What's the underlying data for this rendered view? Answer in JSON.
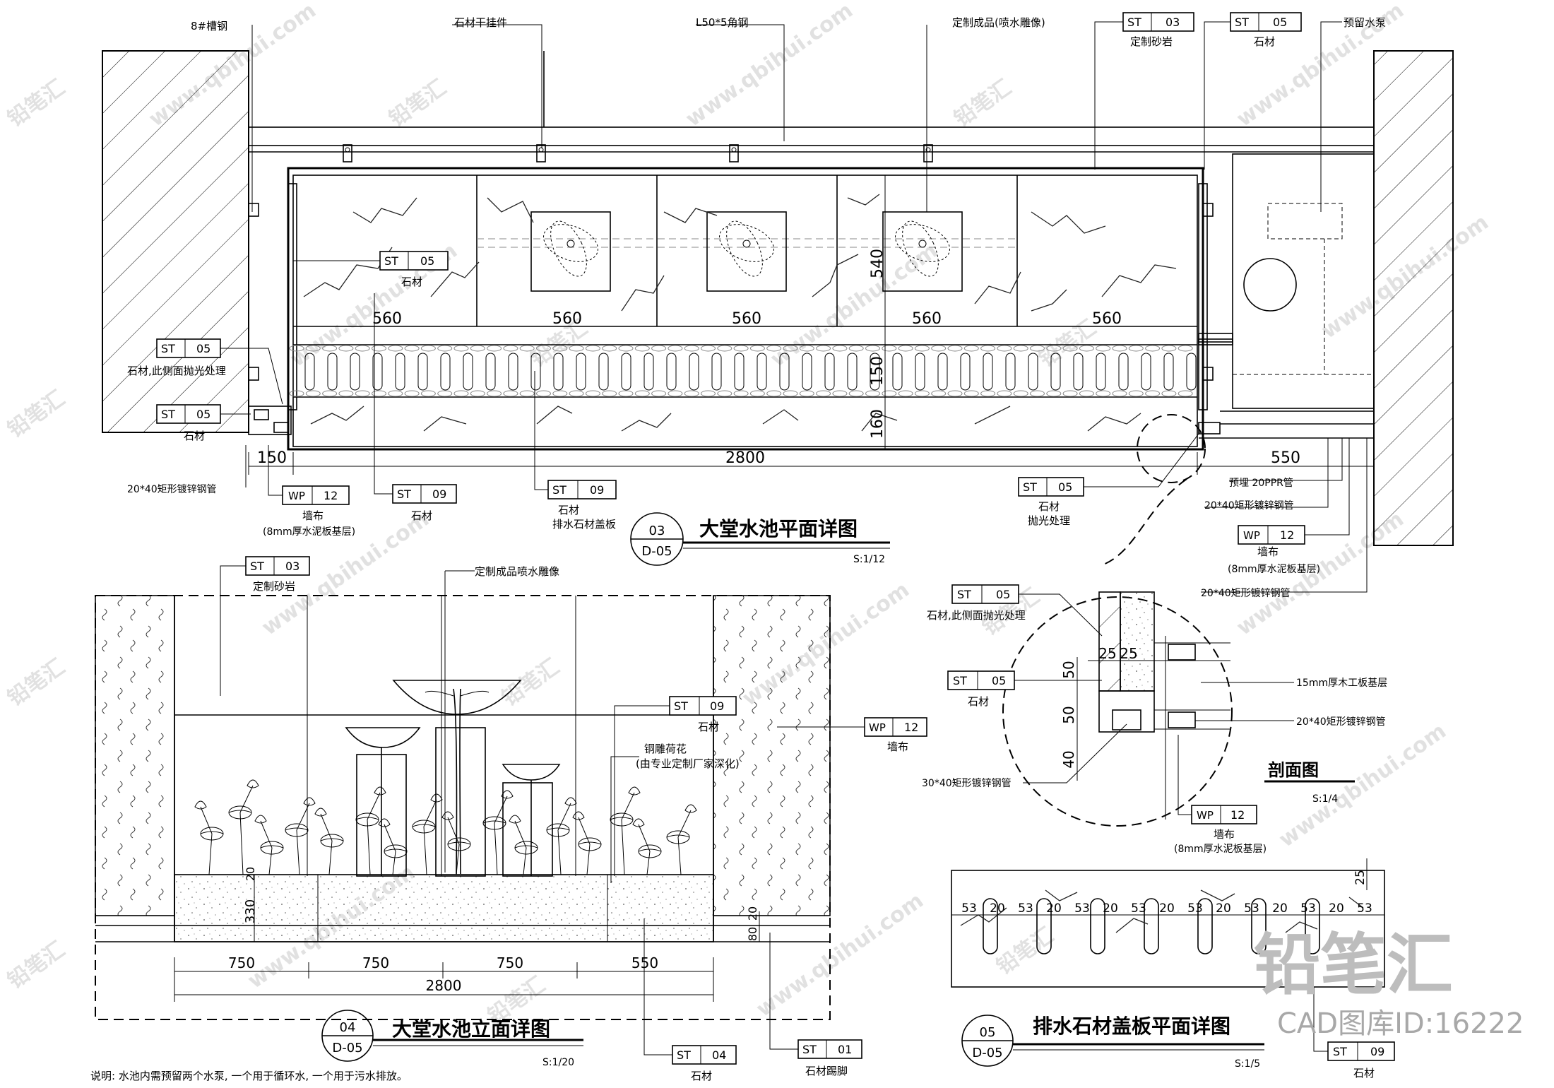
{
  "drawing": {
    "plan": {
      "title": "大堂水池平面详图",
      "number": "03",
      "sheet": "D-05",
      "scale": "S:1/12",
      "dims": {
        "panel_widths": [
          "560",
          "560",
          "560",
          "560",
          "560"
        ],
        "depth_panel": "540",
        "depth_grate": "150",
        "depth_edge": "160",
        "left_offset": "150",
        "total_width": "2800",
        "pump_width": "550"
      },
      "leaders": {
        "channel_steel": "8#槽钢",
        "stone_hanger": "石材干挂件",
        "angle_steel": "L50*5角钢",
        "fountain_sculpture": "定制成品(喷水雕像)",
        "sandstone_code": "03",
        "sandstone_label": "定制砂岩",
        "stone_top_code": "05",
        "stone_top_label": "石材",
        "pump_reserve": "预留水泵",
        "st05_inner_code": "05",
        "st05_inner_label": "石材",
        "st05_side_code": "05",
        "st05_side_label": "石材,此侧面抛光处理",
        "st05_corner_code": "05",
        "st05_corner_label": "石材",
        "steel_pipe_left": "20*40矩形镀锌钢管",
        "wp12_code": "12",
        "wp12_label": "墙布",
        "wp12_sub": "(8mm厚水泥板基层)",
        "st09a_code": "09",
        "st09a_label": "石材",
        "st09b_code": "09",
        "st09b_label": "石材",
        "st09b_sub": "排水石材盖板",
        "st05_polish_code": "05",
        "st05_polish_label": "石材",
        "st05_polish_sub": "抛光处理",
        "ppr_pipe": "预埋 20PPR管",
        "steel_pipe_r1": "20*40矩形镀锌钢管",
        "wp12r_code": "12",
        "wp12r_label": "墙布",
        "wp12r_sub": "(8mm厚水泥板基层)",
        "steel_pipe_r2": "20*40矩形镀锌钢管"
      }
    },
    "elevation": {
      "title": "大堂水池立面详图",
      "number": "04",
      "sheet": "D-05",
      "scale": "S:1/20",
      "dims": {
        "segments": [
          "750",
          "750",
          "750",
          "550"
        ],
        "total": "2800",
        "height_base": "330",
        "height_water": "20",
        "skirt_h1": "80",
        "skirt_h2": "20"
      },
      "leaders": {
        "st03_code": "03",
        "st03_label": "定制砂岩",
        "sculpture": "定制成品喷水雕像",
        "st09_code": "09",
        "st09_label": "石材",
        "wp12_code": "12",
        "wp12_label": "墙布",
        "lotus": "铜雕荷花",
        "lotus_sub": "(由专业定制厂家深化)",
        "st04_code": "04",
        "st04_label": "石材",
        "st01_code": "01",
        "st01_label": "石材踢脚"
      },
      "note": "说明: 水池内需预留两个水泵, 一个用于循环水, 一个用于污水排放。"
    },
    "section": {
      "title": "剖面图",
      "scale": "S:1/4",
      "dims": {
        "w1": "25",
        "w2": "25",
        "h1": "50",
        "h2": "50",
        "h3": "40"
      },
      "leaders": {
        "st05a_code": "05",
        "st05a_label": "石材,此侧面抛光处理",
        "st05b_code": "05",
        "st05b_label": "石材",
        "plywood": "15mm厚木工板基层",
        "pipe_small": "20*40矩形镀锌钢管",
        "pipe_large": "30*40矩形镀锌钢管",
        "wp12_code": "12",
        "wp12_label": "墙布",
        "wp12_sub": "(8mm厚水泥板基层)"
      }
    },
    "cover": {
      "title": "排水石材盖板平面详图",
      "number": "05",
      "sheet": "D-05",
      "scale": "S:1/5",
      "dims": [
        "53",
        "20",
        "53",
        "20",
        "53",
        "20",
        "53",
        "20",
        "53",
        "20",
        "53",
        "20",
        "53",
        "20",
        "53"
      ],
      "height": "25",
      "st09_code": "09",
      "st09_label": "石材"
    },
    "tag_prefix": {
      "st": "ST",
      "wp": "WP"
    },
    "watermark": {
      "brand": "铅笔汇",
      "url": "www.qbihui.com",
      "sub": "CAD图库ID:16222"
    }
  }
}
